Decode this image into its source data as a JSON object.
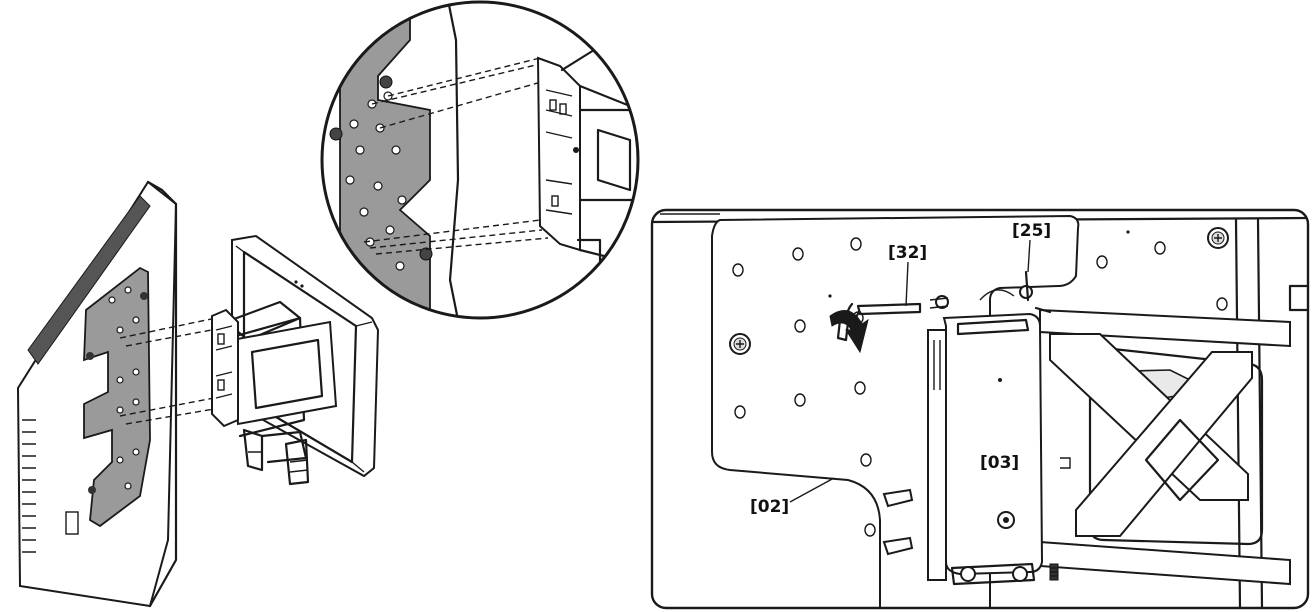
{
  "diagram": {
    "part_labels": [
      {
        "id": "32",
        "text": "[32]"
      },
      {
        "id": "25",
        "text": "[25]"
      },
      {
        "id": "03",
        "text": "[03]"
      },
      {
        "id": "02",
        "text": "[02]"
      }
    ],
    "colors": {
      "plate_fill": "#9a9a9a",
      "line": "#1a1a1a",
      "background": "#ffffff"
    },
    "icons": [
      "hex-key-icon",
      "rotation-arrow-icon",
      "screw-icon"
    ]
  }
}
